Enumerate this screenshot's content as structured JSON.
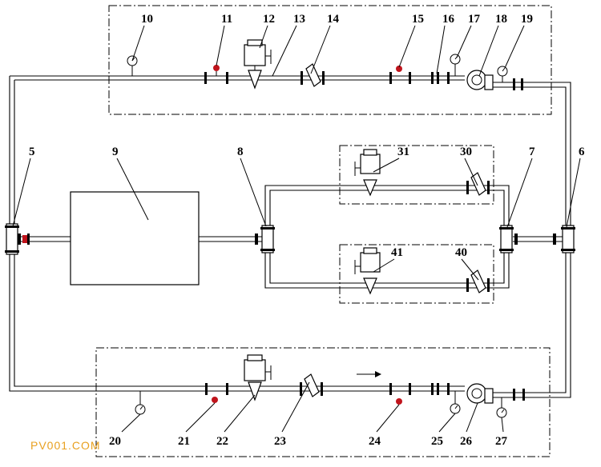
{
  "callouts": {
    "c10": "10",
    "c11": "11",
    "c12": "12",
    "c13": "13",
    "c14": "14",
    "c15": "15",
    "c16": "16",
    "c17": "17",
    "c18": "18",
    "c19": "19",
    "c5": "5",
    "c9": "9",
    "c8": "8",
    "c31": "31",
    "c30": "30",
    "c7": "7",
    "c6": "6",
    "c41": "41",
    "c40": "40",
    "c20": "20",
    "c21": "21",
    "c22": "22",
    "c23": "23",
    "c24": "24",
    "c25": "25",
    "c26": "26",
    "c27": "27"
  },
  "watermark": "PV001.COM",
  "icons": {
    "motorized_valve": "motorized-valve-icon",
    "y_strainer": "y-strainer-icon",
    "pressure_gauge": "pressure-gauge-icon",
    "pump": "pump-icon",
    "flow_arrow": "flow-arrow-icon"
  },
  "colors": {
    "line": "#000000",
    "marker": "#c0141c",
    "watermark": "#e8a020"
  }
}
